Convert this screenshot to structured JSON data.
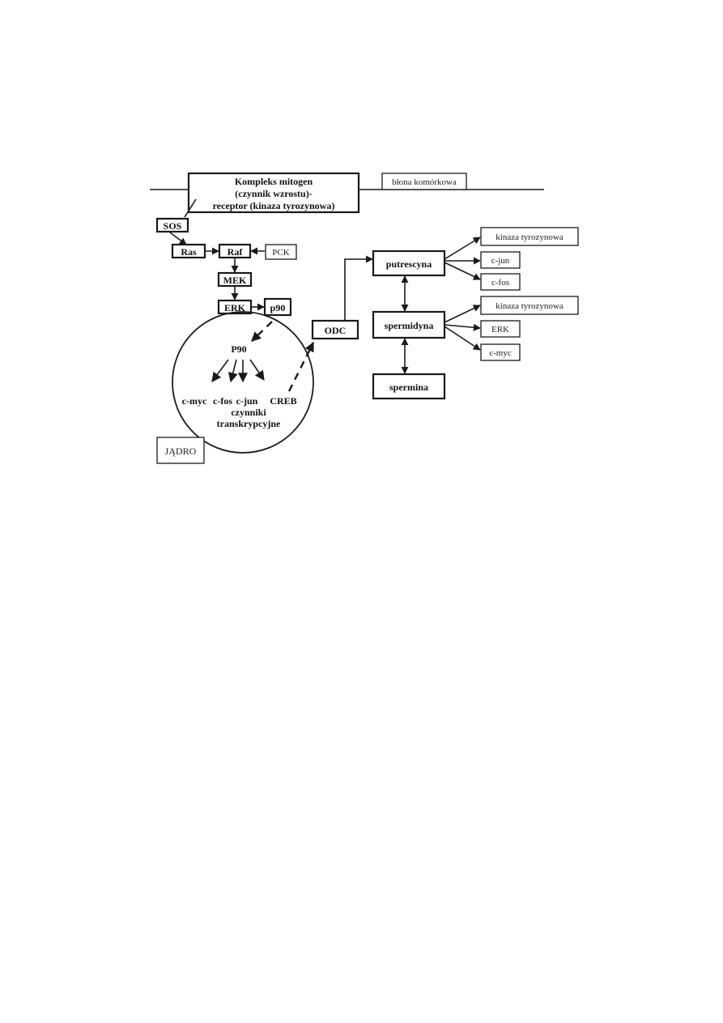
{
  "diagram": {
    "complex": {
      "line1": "Kompleks mitogen",
      "line2": "(czynnik wzrostu)-",
      "line3": "receptor (kinaza tyrozynowa)"
    },
    "membrane_label": "błona komórkowa",
    "nodes": {
      "sos": "SOS",
      "ras": "Ras",
      "raf": "Raf",
      "pck": "PCK",
      "mek": "MEK",
      "erk": "ERK",
      "p90_small": "p90",
      "p90_nucleus": "P90",
      "odc": "ODC",
      "putrescyna": "putrescyna",
      "spermidyna": "spermidyna",
      "spermina": "spermina",
      "nucleus_label": "JĄDRO"
    },
    "nucleus_targets": {
      "cmyc": "c-myc",
      "cfos": "c-fos",
      "cjun": "c-jun",
      "creb": "CREB",
      "tf_line1": "czynniki",
      "tf_line2": "transkrypcyjne"
    },
    "putrescyna_targets": [
      "kinaza tyrozynowa",
      "c-jun",
      "c-fos"
    ],
    "spermidyna_targets": [
      "kinaza tyrozynowa",
      "ERK",
      "c-myc"
    ]
  }
}
